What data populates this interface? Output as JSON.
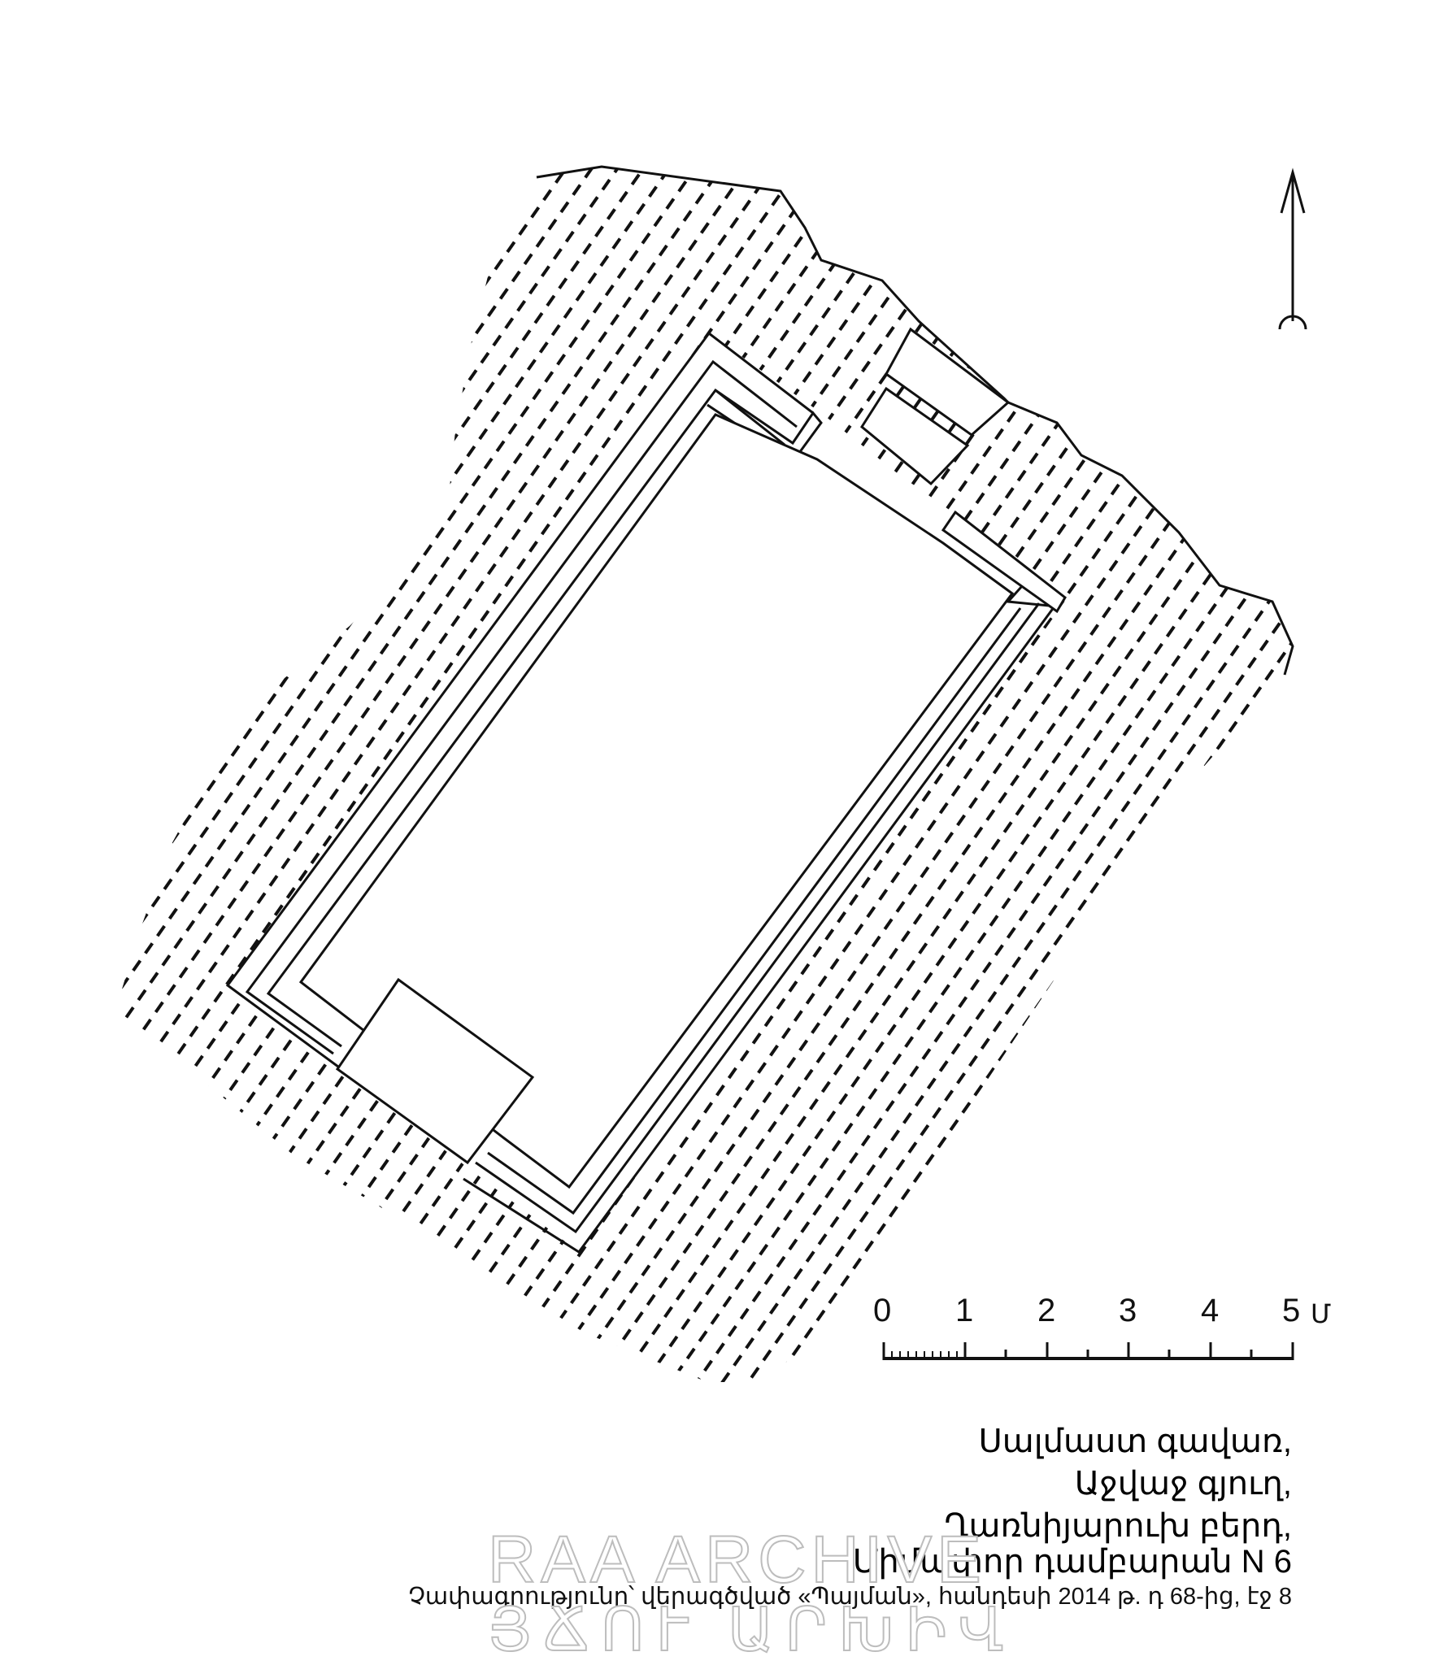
{
  "scale_bar": {
    "labels": [
      "0",
      "1",
      "2",
      "3",
      "4",
      "5"
    ],
    "unit": "Մ"
  },
  "caption": {
    "line1": "Սալմաստ գավառ,",
    "line2": "Աջվաջ գյուղ,",
    "line3": "Ղառնիյարուխ բերդ,",
    "line4": "Միմափոր դամբարան  N 6",
    "source": "Չափագրությունը՝  վերագծված «Պայման», հանդեսի 2014 թ. դ 68-ից, էջ 8"
  },
  "watermark": {
    "line1": "RAA ARCHIVE",
    "line2": "ՅՃՈՒ ԱՐԽԻՎ"
  },
  "colors": {
    "ink": "#111111",
    "background": "#ffffff",
    "watermark_outline": "#bdbdbd"
  },
  "north_arrow": {
    "icon": "north-arrow-icon"
  }
}
